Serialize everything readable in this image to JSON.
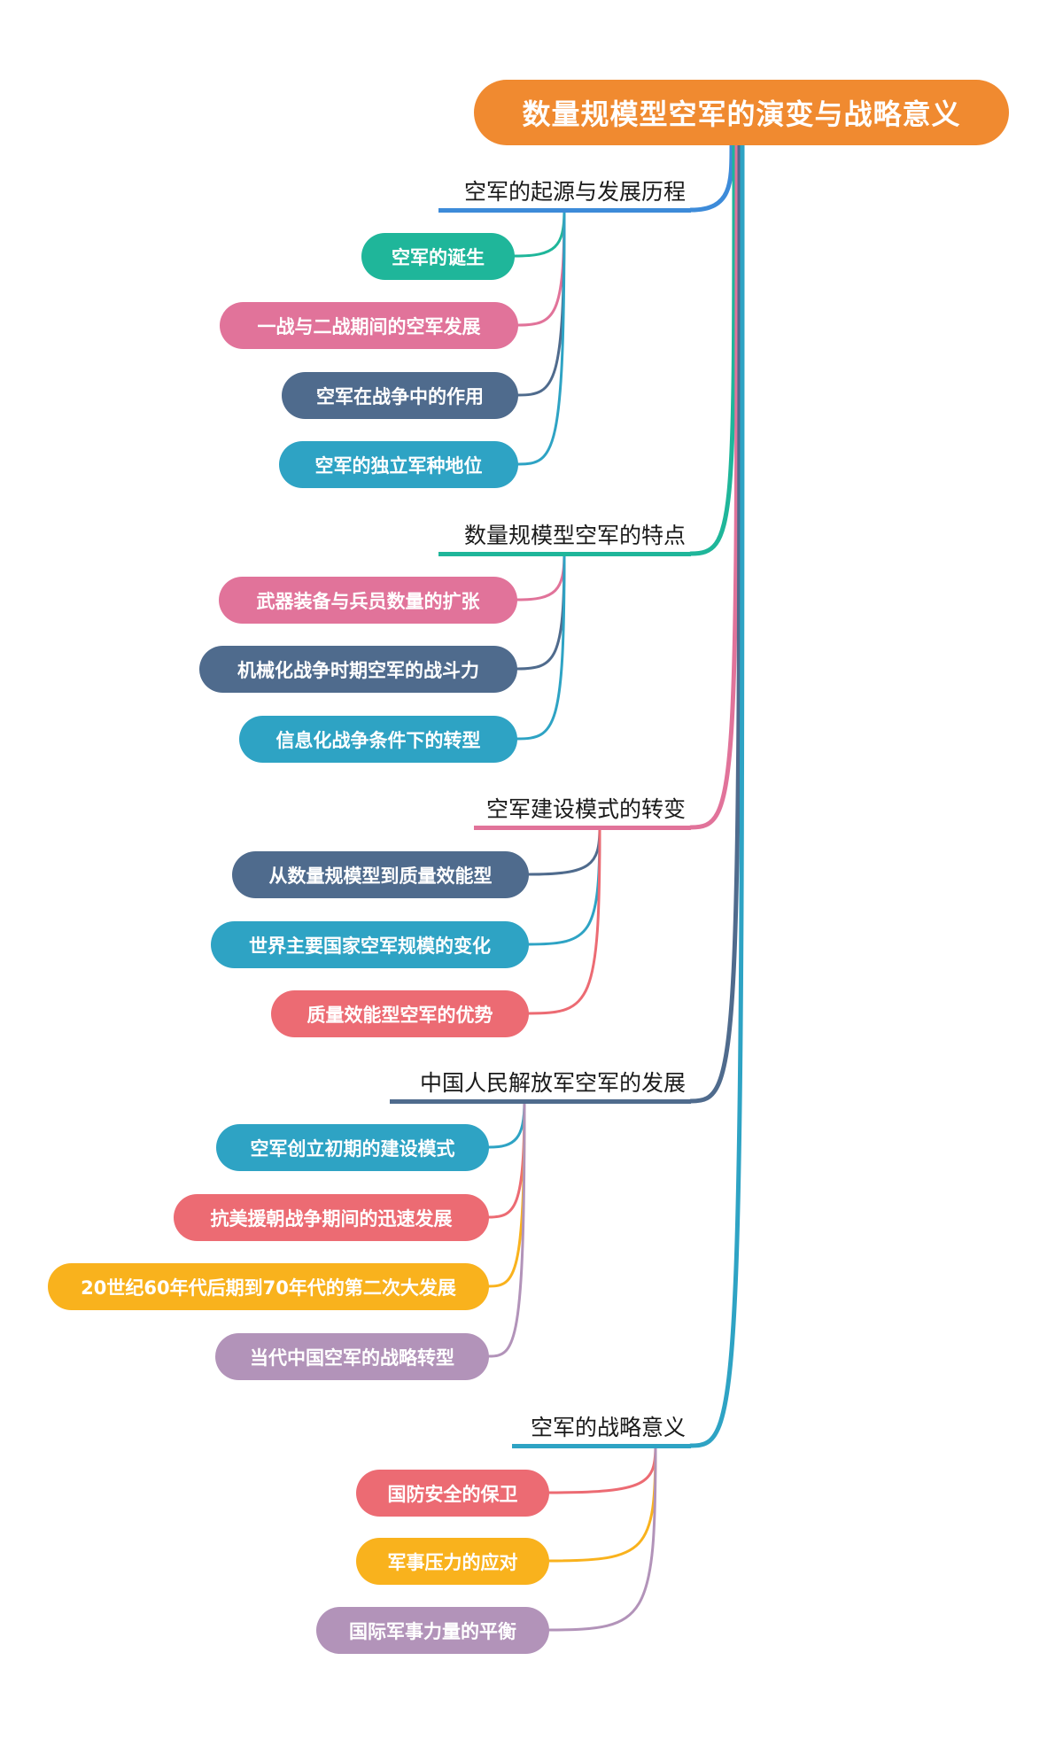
{
  "root": {
    "label": "数量规模型空军的演变与战略意义",
    "color": "#f08a30"
  },
  "branches": [
    {
      "label": "空军的起源与发展历程",
      "color": "#3d8bd9",
      "children": [
        {
          "label": "空军的诞生",
          "color": "#1fb69a"
        },
        {
          "label": "一战与二战期间的空军发展",
          "color": "#e1739a"
        },
        {
          "label": "空军在战争中的作用",
          "color": "#4f6b8d"
        },
        {
          "label": "空军的独立军种地位",
          "color": "#2ea3c4"
        }
      ]
    },
    {
      "label": "数量规模型空军的特点",
      "color": "#1fb69a",
      "children": [
        {
          "label": "武器装备与兵员数量的扩张",
          "color": "#e1739a"
        },
        {
          "label": "机械化战争时期空军的战斗力",
          "color": "#4f6b8d"
        },
        {
          "label": "信息化战争条件下的转型",
          "color": "#2ea3c4"
        }
      ]
    },
    {
      "label": "空军建设模式的转变",
      "color": "#e1739a",
      "children": [
        {
          "label": "从数量规模型到质量效能型",
          "color": "#4f6b8d"
        },
        {
          "label": "世界主要国家空军规模的变化",
          "color": "#2ea3c4"
        },
        {
          "label": "质量效能型空军的优势",
          "color": "#ec6b73"
        }
      ]
    },
    {
      "label": "中国人民解放军空军的发展",
      "color": "#4f6b8d",
      "children": [
        {
          "label": "空军创立初期的建设模式",
          "color": "#2ea3c4"
        },
        {
          "label": "抗美援朝战争期间的迅速发展",
          "color": "#ec6b73"
        },
        {
          "label": "20世纪60年代后期到70年代的第二次大发展",
          "color": "#f9b21d"
        },
        {
          "label": "当代中国空军的战略转型",
          "color": "#b293b9"
        }
      ]
    },
    {
      "label": "空军的战略意义",
      "color": "#2ea3c4",
      "children": [
        {
          "label": "国防安全的保卫",
          "color": "#ec6b73"
        },
        {
          "label": "军事压力的应对",
          "color": "#f9b21d"
        },
        {
          "label": "国际军事力量的平衡",
          "color": "#b293b9"
        }
      ]
    }
  ]
}
